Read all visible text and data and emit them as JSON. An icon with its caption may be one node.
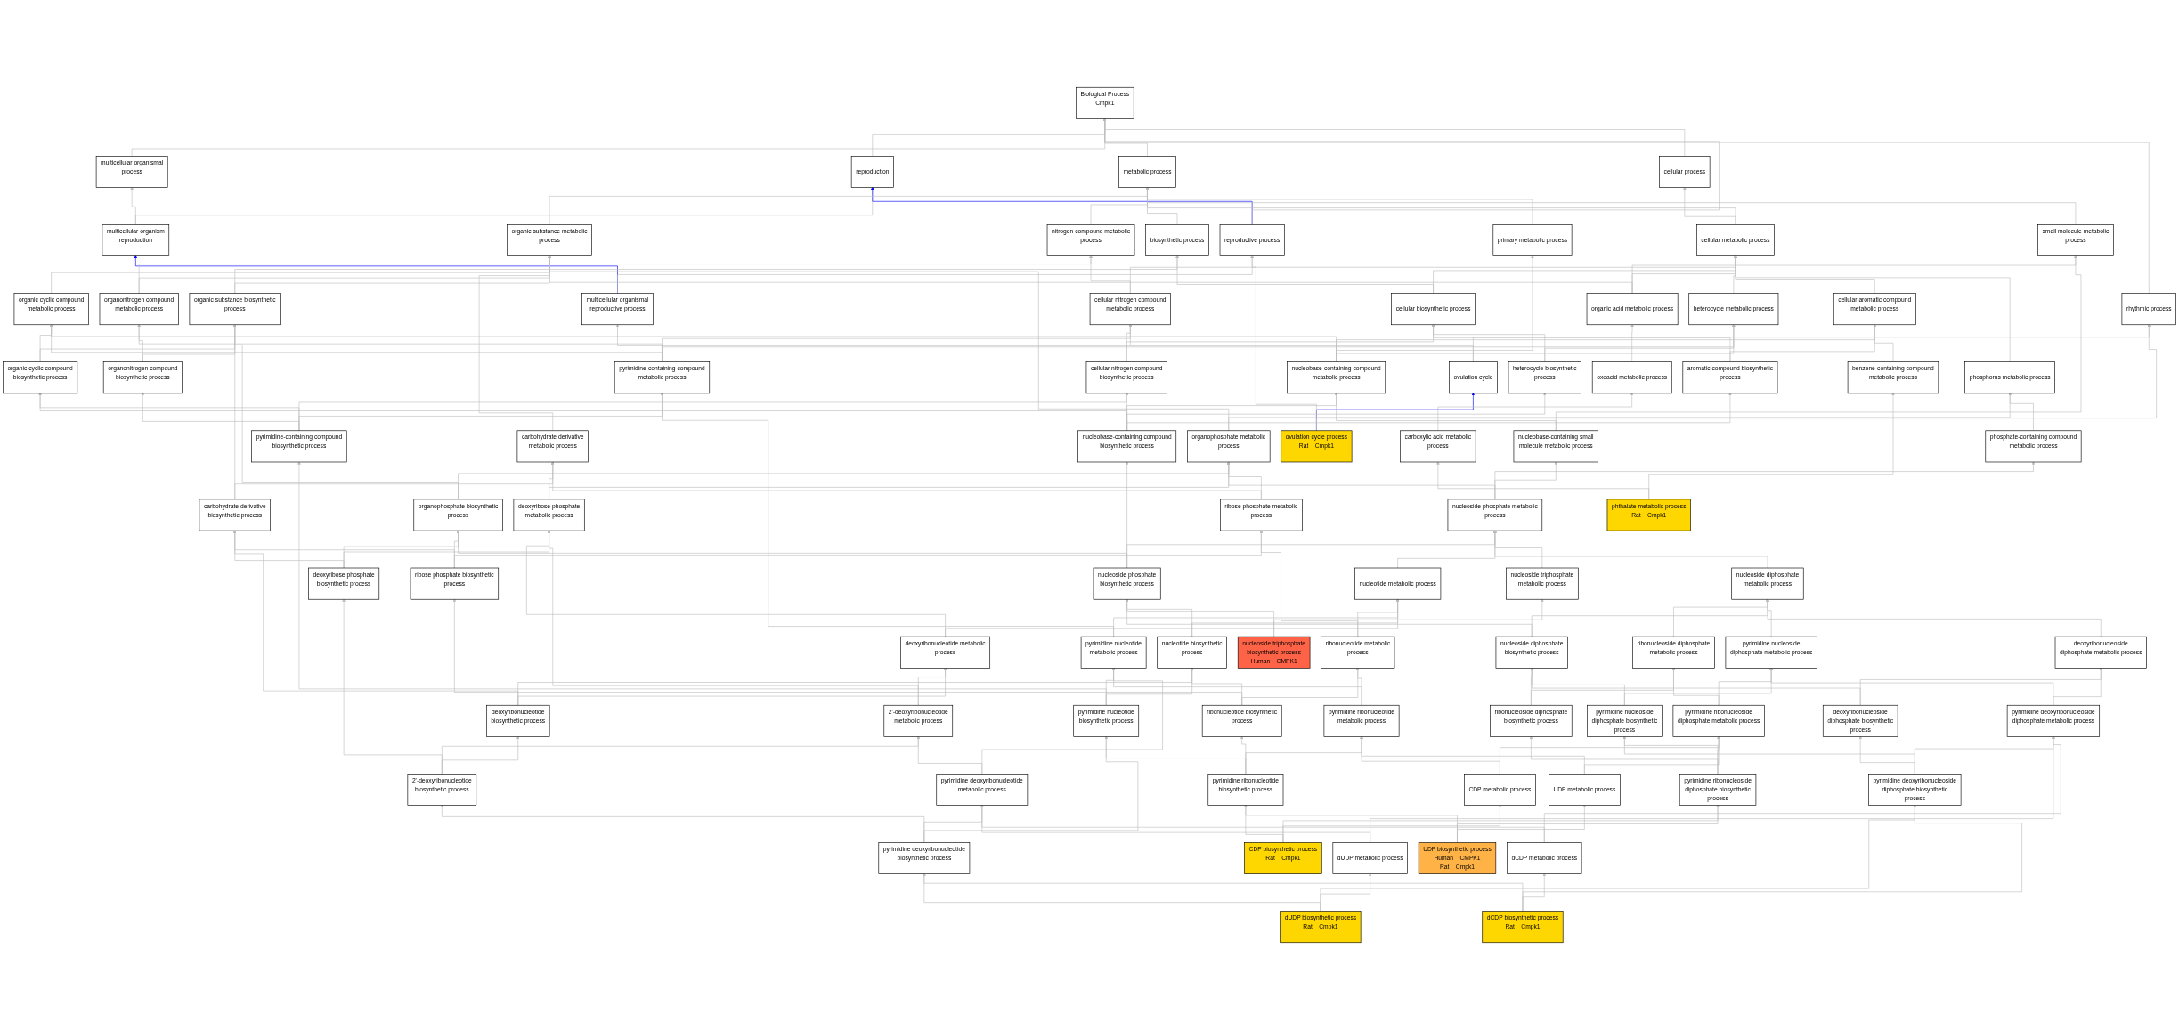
{
  "diagram": {
    "nodes": [
      {
        "text": [
          "Biological Process",
          "Cmpk1"
        ]
      },
      {
        "text": [
          "multicellular organismal process"
        ]
      },
      {
        "text": [
          "reproduction"
        ]
      },
      {
        "text": [
          "metabolic process"
        ]
      },
      {
        "text": [
          "cellular process"
        ]
      },
      {
        "text": [
          "multicellular organism reproduction"
        ]
      },
      {
        "text": [
          "reproductive process"
        ]
      },
      {
        "text": [
          "organic substance metabolic process"
        ]
      },
      {
        "text": [
          "nitrogen compound metabolic process"
        ]
      },
      {
        "text": [
          "biosynthetic process"
        ]
      },
      {
        "text": [
          "primary metabolic process"
        ]
      },
      {
        "text": [
          "cellular metabolic process"
        ]
      },
      {
        "text": [
          "small molecule metabolic process"
        ]
      },
      {
        "text": [
          "rhythmic process"
        ]
      },
      {
        "text": [
          "multicellular organismal reproductive process"
        ]
      },
      {
        "text": [
          "organic substance biosynthetic process"
        ]
      },
      {
        "text": [
          "organonitrogen compound metabolic process"
        ]
      },
      {
        "text": [
          "organic cyclic compound metabolic process"
        ]
      },
      {
        "text": [
          "cellular nitrogen compound metabolic process"
        ]
      },
      {
        "text": [
          "heterocycle metabolic process"
        ]
      },
      {
        "text": [
          "cellular biosynthetic process"
        ]
      },
      {
        "text": [
          "cellular aromatic compound metabolic process"
        ]
      },
      {
        "text": [
          "organic acid metabolic process"
        ]
      },
      {
        "text": [
          "ovulation cycle"
        ]
      },
      {
        "text": [
          "organonitrogen compound biosynthetic process"
        ]
      },
      {
        "text": [
          "organic cyclic compound biosynthetic process"
        ]
      },
      {
        "text": [
          "pyrimidine-containing compound metabolic process"
        ]
      },
      {
        "text": [
          "cellular nitrogen compound biosynthetic process"
        ]
      },
      {
        "text": [
          "nucleobase-containing compound metabolic process"
        ]
      },
      {
        "text": [
          "heterocycle biosynthetic process"
        ]
      },
      {
        "text": [
          "benzene-containing compound metabolic process"
        ]
      },
      {
        "text": [
          "aromatic compound biosynthetic process"
        ]
      },
      {
        "text": [
          "phosphorus metabolic process"
        ]
      },
      {
        "text": [
          "oxoacid metabolic process"
        ]
      },
      {
        "text": [
          "ovulation cycle process",
          "Rat",
          "Cmpk1"
        ]
      },
      {
        "text": [
          "carbohydrate derivative metabolic process"
        ]
      },
      {
        "text": [
          "pyrimidine-containing compound biosynthetic process"
        ]
      },
      {
        "text": [
          "nucleobase-containing compound biosynthetic process"
        ]
      },
      {
        "text": [
          "organophosphate metabolic process"
        ]
      },
      {
        "text": [
          "phosphate-containing compound metabolic process"
        ]
      },
      {
        "text": [
          "nucleobase-containing small molecule metabolic process"
        ]
      },
      {
        "text": [
          "carboxylic acid metabolic process"
        ]
      },
      {
        "text": [
          "carbohydrate derivative biosynthetic process"
        ]
      },
      {
        "text": [
          "deoxyribose phosphate metabolic process"
        ]
      },
      {
        "text": [
          "organophosphate biosynthetic process"
        ]
      },
      {
        "text": [
          "ribose phosphate metabolic process"
        ]
      },
      {
        "text": [
          "nucleoside phosphate metabolic process"
        ]
      },
      {
        "text": [
          "phthalate metabolic process",
          "Rat",
          "Cmpk1"
        ]
      },
      {
        "text": [
          "deoxyribose phosphate biosynthetic process"
        ]
      },
      {
        "text": [
          "ribose phosphate biosynthetic process"
        ]
      },
      {
        "text": [
          "nucleotide metabolic process"
        ]
      },
      {
        "text": [
          "nucleoside phosphate biosynthetic process"
        ]
      },
      {
        "text": [
          "nucleoside triphosphate metabolic process"
        ]
      },
      {
        "text": [
          "nucleoside diphosphate metabolic process"
        ]
      },
      {
        "text": [
          "nucleoside triphosphate biosynthetic process",
          "Human",
          "CMPK1"
        ]
      },
      {
        "text": [
          "deoxyribonucleotide metabolic process"
        ]
      },
      {
        "text": [
          "nucleotide biosynthetic process"
        ]
      },
      {
        "text": [
          "pyrimidine nucleotide metabolic process"
        ]
      },
      {
        "text": [
          "ribonucleotide metabolic process"
        ]
      },
      {
        "text": [
          "ribonucleoside diphosphate metabolic process"
        ]
      },
      {
        "text": [
          "nucleoside diphosphate biosynthetic process"
        ]
      },
      {
        "text": [
          "pyrimidine nucleoside diphosphate metabolic process"
        ]
      },
      {
        "text": [
          "deoxyribonucleoside diphosphate metabolic process"
        ]
      },
      {
        "text": [
          "deoxyribonucleotide biosynthetic process"
        ]
      },
      {
        "text": [
          "2'-deoxyribonucleotide metabolic process"
        ]
      },
      {
        "text": [
          "pyrimidine nucleotide biosynthetic process"
        ]
      },
      {
        "text": [
          "ribonucleotide biosynthetic process"
        ]
      },
      {
        "text": [
          "pyrimidine ribonucleotide metabolic process"
        ]
      },
      {
        "text": [
          "pyrimidine ribonucleoside diphosphate metabolic process"
        ]
      },
      {
        "text": [
          "ribonucleoside diphosphate biosynthetic process"
        ]
      },
      {
        "text": [
          "pyrimidine nucleoside diphosphate biosynthetic process"
        ]
      },
      {
        "text": [
          "deoxyribonucleoside diphosphate biosynthetic process"
        ]
      },
      {
        "text": [
          "pyrimidine deoxyribonucleoside diphosphate metabolic process"
        ]
      },
      {
        "text": [
          "2'-deoxyribonucleotide biosynthetic process"
        ]
      },
      {
        "text": [
          "pyrimidine deoxyribonucleotide metabolic process"
        ]
      },
      {
        "text": [
          "pyrimidine ribonucleotide biosynthetic process"
        ]
      },
      {
        "text": [
          "CDP metabolic process"
        ]
      },
      {
        "text": [
          "UDP metabolic process"
        ]
      },
      {
        "text": [
          "pyrimidine ribonucleoside diphosphate biosynthetic process"
        ]
      },
      {
        "text": [
          "pyrimidine deoxyribonucleoside diphosphate biosynthetic process"
        ]
      },
      {
        "text": [
          "CDP biosynthetic process",
          "Rat",
          "Cmpk1"
        ]
      },
      {
        "text": [
          "UDP biosynthetic process",
          "Human",
          "CMPK1",
          "Rat",
          "Cmpk1"
        ]
      },
      {
        "text": [
          "dUDP metabolic process"
        ]
      },
      {
        "text": [
          "dCDP metabolic process"
        ]
      },
      {
        "text": [
          "pyrimidine deoxyribonucleotide biosynthetic process"
        ]
      },
      {
        "text": [
          "dUDP biosynthetic process",
          "Rat",
          "Cmpk1"
        ]
      },
      {
        "text": [
          "dCDP biosynthetic process",
          "Rat",
          "Cmpk1"
        ]
      }
    ],
    "edges": [
      {
        "from": 1,
        "to": 0,
        "arrow": "to"
      },
      {
        "from": 2,
        "to": 0,
        "arrow": "to"
      },
      {
        "from": 3,
        "to": 0,
        "arrow": "to"
      },
      {
        "from": 4,
        "to": 0,
        "arrow": "to"
      },
      {
        "from": 5,
        "to": 1,
        "arrow": "to"
      },
      {
        "from": 5,
        "to": 2,
        "arrow": "to"
      },
      {
        "from": 6,
        "to": 2,
        "arrow": "to",
        "color": "#0000ff"
      },
      {
        "from": 6,
        "to": 0,
        "arrow": "to"
      },
      {
        "from": 7,
        "to": 3,
        "arrow": "to"
      },
      {
        "from": 8,
        "to": 3,
        "arrow": "to"
      },
      {
        "from": 9,
        "to": 3,
        "arrow": "to"
      },
      {
        "from": 10,
        "to": 3,
        "arrow": "to"
      },
      {
        "from": 11,
        "to": 3,
        "arrow": "to"
      },
      {
        "from": 11,
        "to": 4,
        "arrow": "to"
      },
      {
        "from": 12,
        "to": 3,
        "arrow": "to"
      },
      {
        "from": 13,
        "to": 0,
        "arrow": "to"
      },
      {
        "from": 14,
        "to": 5,
        "arrow": "to",
        "color": "#0000ff"
      },
      {
        "from": 14,
        "to": 6,
        "arrow": "to"
      },
      {
        "from": 15,
        "to": 7,
        "arrow": "to"
      },
      {
        "from": 15,
        "to": 9,
        "arrow": "to"
      },
      {
        "from": 16,
        "to": 7,
        "arrow": "to"
      },
      {
        "from": 16,
        "to": 8,
        "arrow": "to"
      },
      {
        "from": 17,
        "to": 7,
        "arrow": "to"
      },
      {
        "from": 18,
        "to": 8,
        "arrow": "to"
      },
      {
        "from": 18,
        "to": 11,
        "arrow": "to"
      },
      {
        "from": 19,
        "to": 11,
        "arrow": "to"
      },
      {
        "from": 20,
        "to": 9,
        "arrow": "to"
      },
      {
        "from": 20,
        "to": 11,
        "arrow": "to"
      },
      {
        "from": 21,
        "to": 11,
        "arrow": "to"
      },
      {
        "from": 22,
        "to": 12,
        "arrow": "to"
      },
      {
        "from": 22,
        "to": 11,
        "arrow": "to"
      },
      {
        "from": 22,
        "to": 7,
        "arrow": "to"
      },
      {
        "from": 23,
        "to": 13,
        "arrow": "to"
      },
      {
        "from": 23,
        "to": 14,
        "arrow": "to"
      },
      {
        "from": 24,
        "to": 15,
        "arrow": "to"
      },
      {
        "from": 24,
        "to": 16,
        "arrow": "to"
      },
      {
        "from": 25,
        "to": 15,
        "arrow": "to"
      },
      {
        "from": 25,
        "to": 17,
        "arrow": "to"
      },
      {
        "from": 26,
        "to": 16,
        "arrow": "to"
      },
      {
        "from": 26,
        "to": 17,
        "arrow": "to"
      },
      {
        "from": 26,
        "to": 18,
        "arrow": "to"
      },
      {
        "from": 26,
        "to": 19,
        "arrow": "to"
      },
      {
        "from": 27,
        "to": 18,
        "arrow": "to"
      },
      {
        "from": 27,
        "to": 20,
        "arrow": "to"
      },
      {
        "from": 28,
        "to": 10,
        "arrow": "to"
      },
      {
        "from": 28,
        "to": 17,
        "arrow": "to"
      },
      {
        "from": 28,
        "to": 18,
        "arrow": "to"
      },
      {
        "from": 28,
        "to": 19,
        "arrow": "to"
      },
      {
        "from": 28,
        "to": 21,
        "arrow": "to"
      },
      {
        "from": 29,
        "to": 19,
        "arrow": "to"
      },
      {
        "from": 29,
        "to": 20,
        "arrow": "to"
      },
      {
        "from": 30,
        "to": 21,
        "arrow": "to"
      },
      {
        "from": 31,
        "to": 21,
        "arrow": "to"
      },
      {
        "from": 31,
        "to": 20,
        "arrow": "to"
      },
      {
        "from": 32,
        "to": 11,
        "arrow": "to"
      },
      {
        "from": 33,
        "to": 22,
        "arrow": "to"
      },
      {
        "from": 34,
        "to": 23,
        "arrow": "to",
        "color": "#0000ff"
      },
      {
        "from": 34,
        "to": 13,
        "arrow": "to"
      },
      {
        "from": 34,
        "to": 6,
        "arrow": "to"
      },
      {
        "from": 35,
        "to": 7,
        "arrow": "to"
      },
      {
        "from": 36,
        "to": 24,
        "arrow": "to"
      },
      {
        "from": 36,
        "to": 25,
        "arrow": "to"
      },
      {
        "from": 36,
        "to": 26,
        "arrow": "to"
      },
      {
        "from": 36,
        "to": 27,
        "arrow": "to"
      },
      {
        "from": 37,
        "to": 25,
        "arrow": "to"
      },
      {
        "from": 37,
        "to": 27,
        "arrow": "to"
      },
      {
        "from": 37,
        "to": 28,
        "arrow": "to"
      },
      {
        "from": 37,
        "to": 29,
        "arrow": "to"
      },
      {
        "from": 37,
        "to": 31,
        "arrow": "to"
      },
      {
        "from": 38,
        "to": 7,
        "arrow": "to"
      },
      {
        "from": 38,
        "to": 32,
        "arrow": "to"
      },
      {
        "from": 39,
        "to": 32,
        "arrow": "to"
      },
      {
        "from": 40,
        "to": 12,
        "arrow": "to"
      },
      {
        "from": 40,
        "to": 28,
        "arrow": "to"
      },
      {
        "from": 41,
        "to": 33,
        "arrow": "to"
      },
      {
        "from": 42,
        "to": 35,
        "arrow": "to"
      },
      {
        "from": 42,
        "to": 15,
        "arrow": "to"
      },
      {
        "from": 43,
        "to": 35,
        "arrow": "to"
      },
      {
        "from": 43,
        "to": 38,
        "arrow": "to"
      },
      {
        "from": 44,
        "to": 38,
        "arrow": "to"
      },
      {
        "from": 44,
        "to": 15,
        "arrow": "to"
      },
      {
        "from": 45,
        "to": 35,
        "arrow": "to"
      },
      {
        "from": 45,
        "to": 38,
        "arrow": "to"
      },
      {
        "from": 46,
        "to": 38,
        "arrow": "to"
      },
      {
        "from": 46,
        "to": 39,
        "arrow": "to"
      },
      {
        "from": 46,
        "to": 40,
        "arrow": "to"
      },
      {
        "from": 47,
        "to": 41,
        "arrow": "to"
      },
      {
        "from": 47,
        "to": 30,
        "arrow": "to"
      },
      {
        "from": 48,
        "to": 43,
        "arrow": "to"
      },
      {
        "from": 48,
        "to": 42,
        "arrow": "to"
      },
      {
        "from": 48,
        "to": 44,
        "arrow": "to"
      },
      {
        "from": 49,
        "to": 45,
        "arrow": "to"
      },
      {
        "from": 49,
        "to": 44,
        "arrow": "to"
      },
      {
        "from": 49,
        "to": 42,
        "arrow": "to"
      },
      {
        "from": 50,
        "to": 46,
        "arrow": "to"
      },
      {
        "from": 51,
        "to": 46,
        "arrow": "to"
      },
      {
        "from": 51,
        "to": 44,
        "arrow": "to"
      },
      {
        "from": 51,
        "to": 37,
        "arrow": "to"
      },
      {
        "from": 52,
        "to": 46,
        "arrow": "to"
      },
      {
        "from": 53,
        "to": 46,
        "arrow": "to"
      },
      {
        "from": 54,
        "to": 51,
        "arrow": "to"
      },
      {
        "from": 54,
        "to": 52,
        "arrow": "to"
      },
      {
        "from": 55,
        "to": 50,
        "arrow": "to"
      },
      {
        "from": 55,
        "to": 43,
        "arrow": "to"
      },
      {
        "from": 56,
        "to": 50,
        "arrow": "to"
      },
      {
        "from": 56,
        "to": 51,
        "arrow": "to"
      },
      {
        "from": 57,
        "to": 50,
        "arrow": "to"
      },
      {
        "from": 57,
        "to": 26,
        "arrow": "to"
      },
      {
        "from": 58,
        "to": 50,
        "arrow": "to"
      },
      {
        "from": 58,
        "to": 45,
        "arrow": "to"
      },
      {
        "from": 59,
        "to": 53,
        "arrow": "to"
      },
      {
        "from": 60,
        "to": 53,
        "arrow": "to"
      },
      {
        "from": 60,
        "to": 51,
        "arrow": "to"
      },
      {
        "from": 61,
        "to": 53,
        "arrow": "to"
      },
      {
        "from": 62,
        "to": 53,
        "arrow": "to"
      },
      {
        "from": 63,
        "to": 55,
        "arrow": "to"
      },
      {
        "from": 63,
        "to": 56,
        "arrow": "to"
      },
      {
        "from": 63,
        "to": 42,
        "arrow": "to"
      },
      {
        "from": 64,
        "to": 55,
        "arrow": "to"
      },
      {
        "from": 64,
        "to": 43,
        "arrow": "to"
      },
      {
        "from": 65,
        "to": 56,
        "arrow": "to"
      },
      {
        "from": 65,
        "to": 57,
        "arrow": "to"
      },
      {
        "from": 65,
        "to": 36,
        "arrow": "to"
      },
      {
        "from": 66,
        "to": 58,
        "arrow": "to"
      },
      {
        "from": 66,
        "to": 56,
        "arrow": "to"
      },
      {
        "from": 66,
        "to": 49,
        "arrow": "to"
      },
      {
        "from": 67,
        "to": 58,
        "arrow": "to"
      },
      {
        "from": 67,
        "to": 57,
        "arrow": "to"
      },
      {
        "from": 68,
        "to": 59,
        "arrow": "to"
      },
      {
        "from": 68,
        "to": 61,
        "arrow": "to"
      },
      {
        "from": 69,
        "to": 59,
        "arrow": "to"
      },
      {
        "from": 69,
        "to": 60,
        "arrow": "to"
      },
      {
        "from": 70,
        "to": 60,
        "arrow": "to"
      },
      {
        "from": 70,
        "to": 61,
        "arrow": "to"
      },
      {
        "from": 71,
        "to": 62,
        "arrow": "to"
      },
      {
        "from": 71,
        "to": 60,
        "arrow": "to"
      },
      {
        "from": 72,
        "to": 62,
        "arrow": "to"
      },
      {
        "from": 72,
        "to": 61,
        "arrow": "to"
      },
      {
        "from": 73,
        "to": 63,
        "arrow": "to"
      },
      {
        "from": 73,
        "to": 64,
        "arrow": "to"
      },
      {
        "from": 73,
        "to": 48,
        "arrow": "to"
      },
      {
        "from": 74,
        "to": 64,
        "arrow": "to"
      },
      {
        "from": 74,
        "to": 57,
        "arrow": "to"
      },
      {
        "from": 75,
        "to": 65,
        "arrow": "to"
      },
      {
        "from": 75,
        "to": 66,
        "arrow": "to"
      },
      {
        "from": 75,
        "to": 67,
        "arrow": "to"
      },
      {
        "from": 76,
        "to": 67,
        "arrow": "to"
      },
      {
        "from": 76,
        "to": 68,
        "arrow": "to"
      },
      {
        "from": 77,
        "to": 67,
        "arrow": "to"
      },
      {
        "from": 77,
        "to": 68,
        "arrow": "to"
      },
      {
        "from": 78,
        "to": 68,
        "arrow": "to"
      },
      {
        "from": 78,
        "to": 69,
        "arrow": "to"
      },
      {
        "from": 78,
        "to": 70,
        "arrow": "to"
      },
      {
        "from": 79,
        "to": 70,
        "arrow": "to"
      },
      {
        "from": 79,
        "to": 71,
        "arrow": "to"
      },
      {
        "from": 79,
        "to": 72,
        "arrow": "to"
      },
      {
        "from": 80,
        "to": 76,
        "arrow": "to"
      },
      {
        "from": 80,
        "to": 75,
        "arrow": "to"
      },
      {
        "from": 80,
        "to": 78,
        "arrow": "to"
      },
      {
        "from": 81,
        "to": 77,
        "arrow": "to"
      },
      {
        "from": 81,
        "to": 75,
        "arrow": "to"
      },
      {
        "from": 81,
        "to": 78,
        "arrow": "to"
      },
      {
        "from": 82,
        "to": 74,
        "arrow": "to"
      },
      {
        "from": 82,
        "to": 72,
        "arrow": "to"
      },
      {
        "from": 83,
        "to": 74,
        "arrow": "to"
      },
      {
        "from": 83,
        "to": 72,
        "arrow": "to"
      },
      {
        "from": 84,
        "to": 74,
        "arrow": "to"
      },
      {
        "from": 84,
        "to": 65,
        "arrow": "to"
      },
      {
        "from": 84,
        "to": 73,
        "arrow": "to"
      },
      {
        "from": 85,
        "to": 82,
        "arrow": "to"
      },
      {
        "from": 85,
        "to": 84,
        "arrow": "to"
      },
      {
        "from": 85,
        "to": 79,
        "arrow": "to"
      },
      {
        "from": 86,
        "to": 83,
        "arrow": "to"
      },
      {
        "from": 86,
        "to": 84,
        "arrow": "to"
      },
      {
        "from": 86,
        "to": 79,
        "arrow": "to"
      }
    ]
  }
}
